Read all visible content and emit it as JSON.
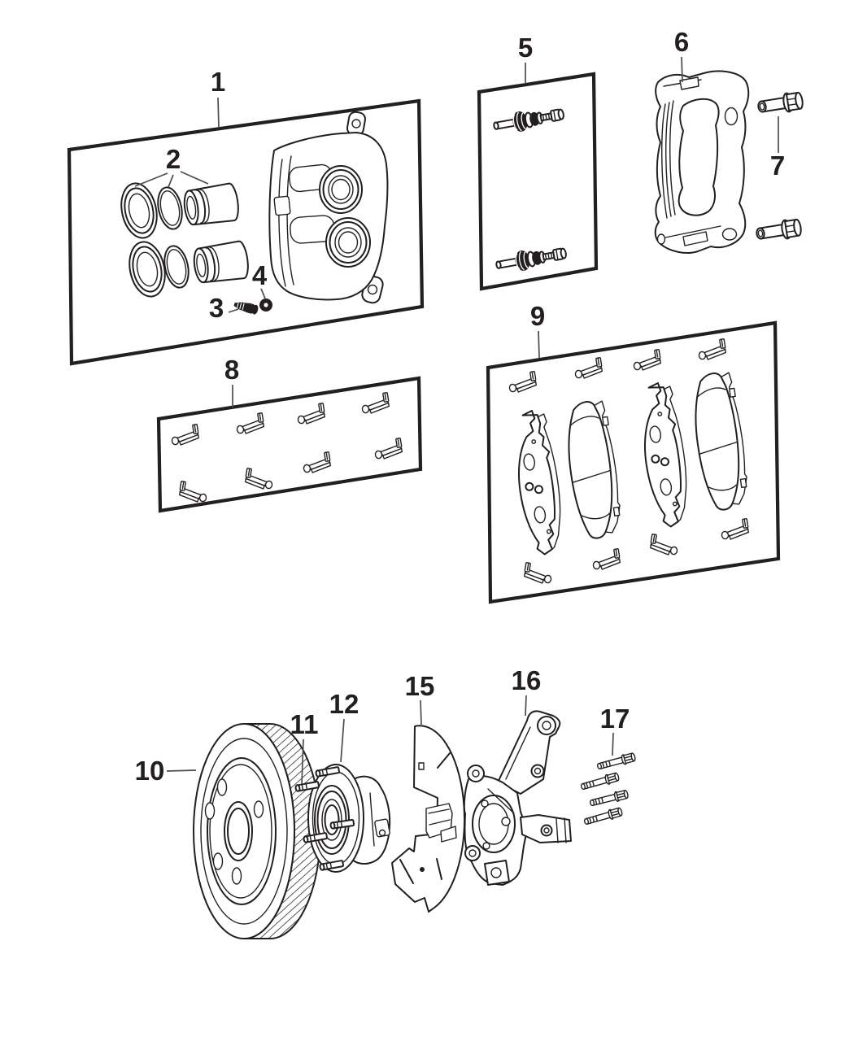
{
  "colors": {
    "background": "#ffffff",
    "ink": "#231f20",
    "leader": "#4d4d4d"
  },
  "callouts": {
    "caliper_kit": "1",
    "piston_seal_set": "2",
    "bleeder_screw": "3",
    "bleeder_cap": "4",
    "guide_pin_kit": "5",
    "caliper_adapter": "6",
    "adapter_bolts": "7",
    "clip_kit": "8",
    "pad_kit": "9",
    "rotor": "10",
    "wheel_studs": "11",
    "hub_bearing": "12",
    "splash_shield": "15",
    "steering_knuckle": "16",
    "knuckle_bolts": "17"
  }
}
